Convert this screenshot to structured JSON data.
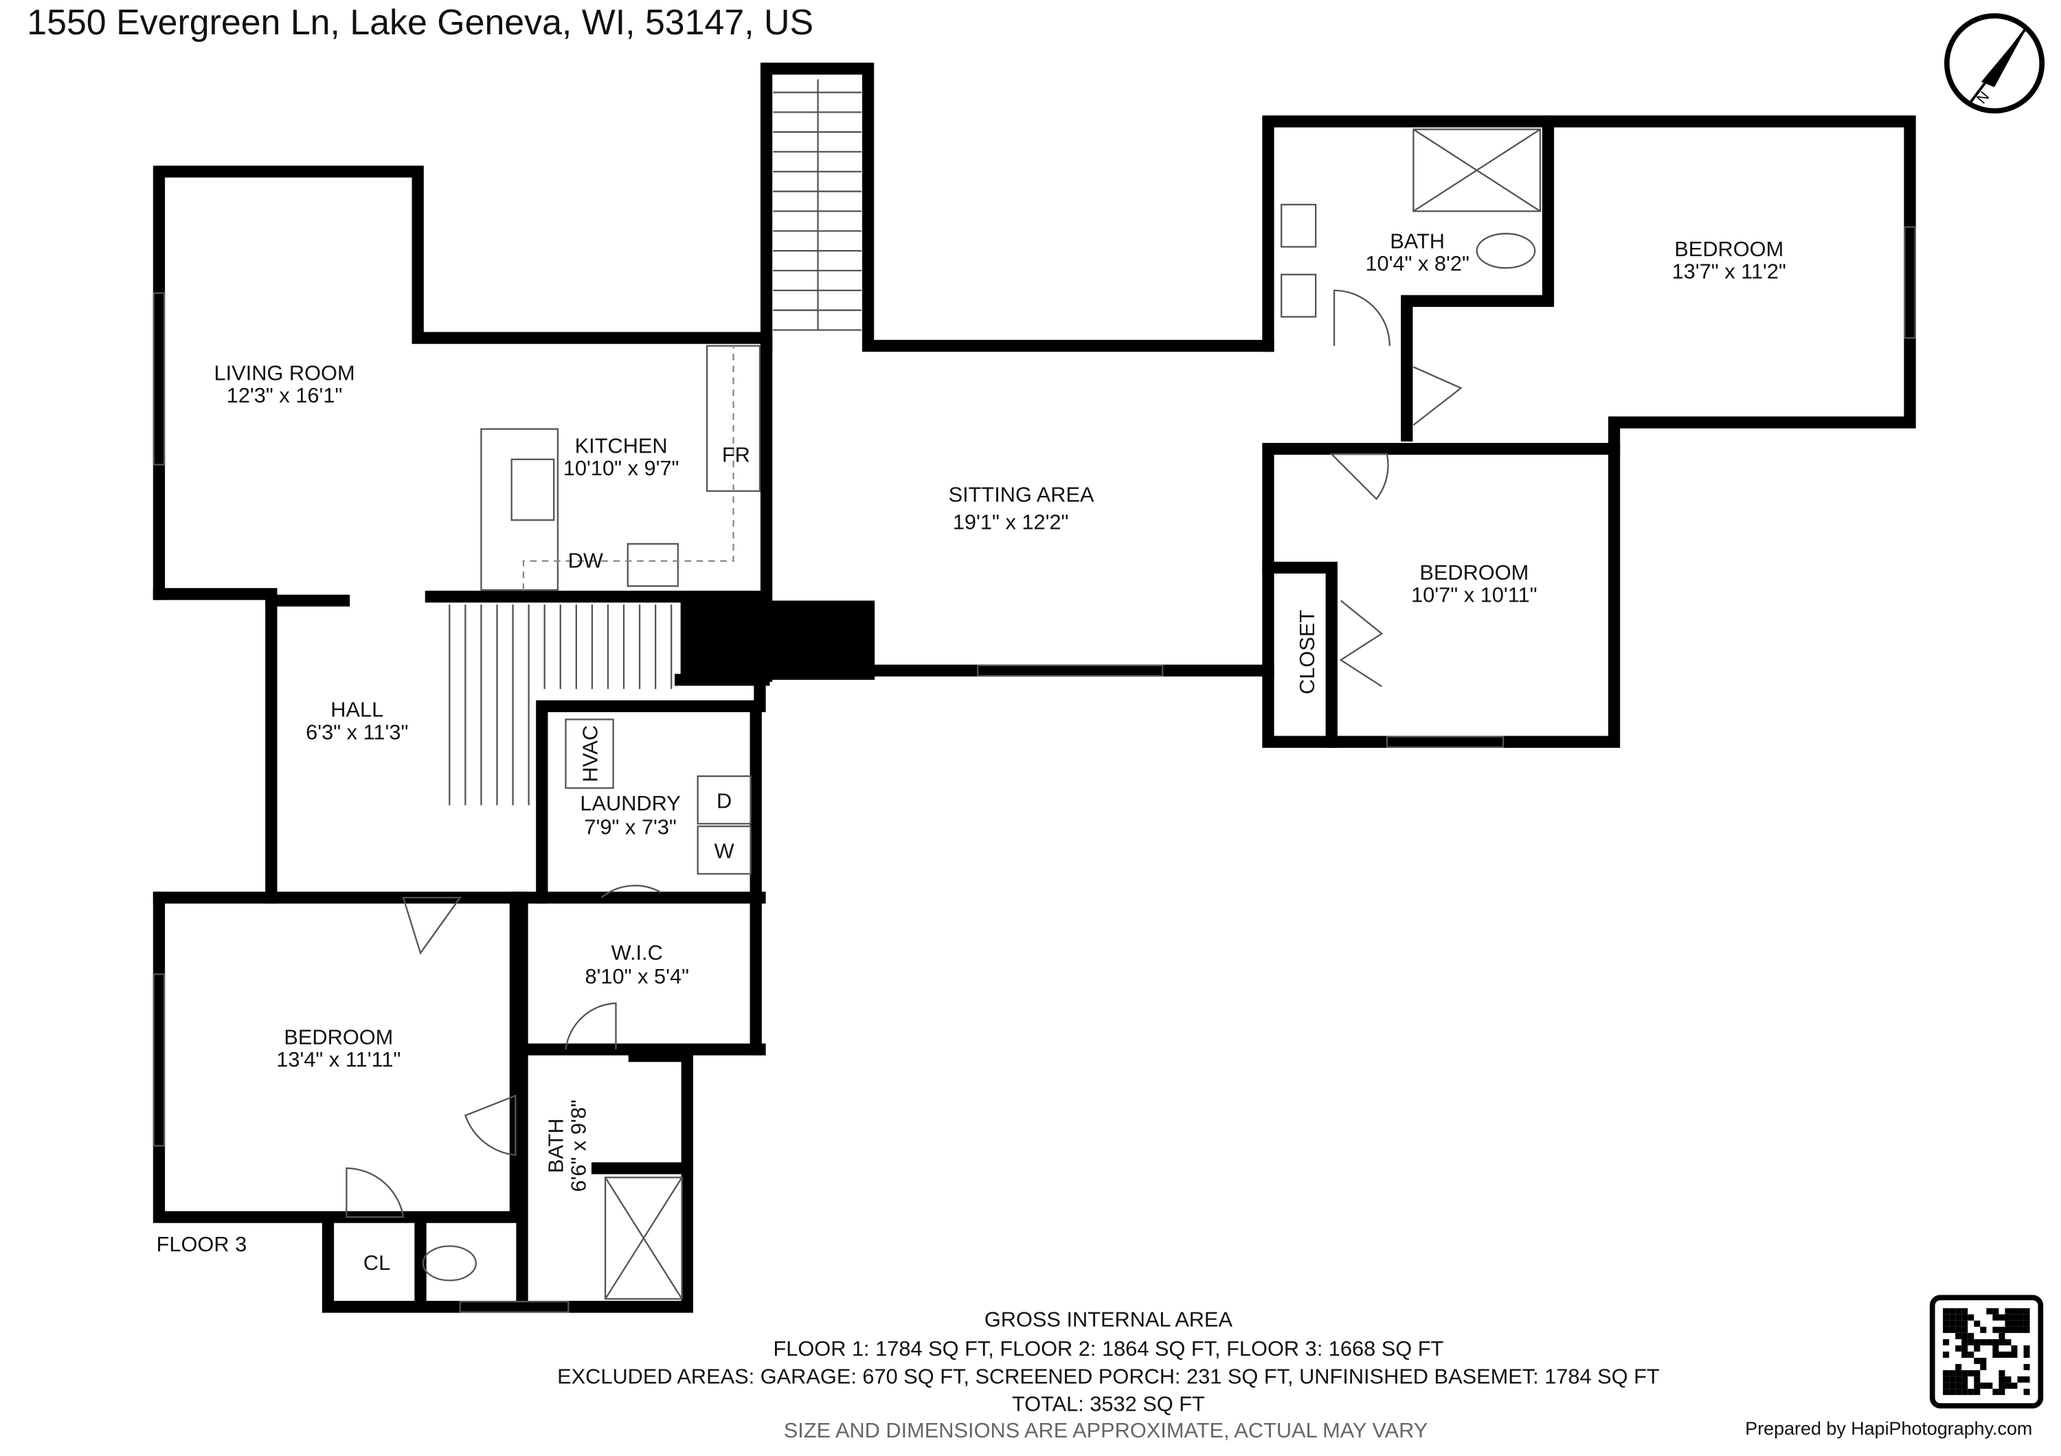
{
  "address": "1550 Evergreen Ln, Lake Geneva, WI, 53147, US",
  "floor_label": "FLOOR 3",
  "compass_label": "N",
  "rooms": {
    "living": {
      "name": "LIVING ROOM",
      "dims": "12'3\" x 16'1\""
    },
    "kitchen": {
      "name": "KITCHEN",
      "dims": "10'10\" x 9'7\""
    },
    "fr": {
      "name": "FR"
    },
    "dw": {
      "name": "DW"
    },
    "sitting": {
      "name": "SITTING AREA",
      "dims": "19'1\" x 12'2\""
    },
    "bath1": {
      "name": "BATH",
      "dims": "10'4\" x 8'2\""
    },
    "bedroom1": {
      "name": "BEDROOM",
      "dims": "13'7\" x 11'2\""
    },
    "bedroom2": {
      "name": "BEDROOM",
      "dims": "10'7\" x 10'11\""
    },
    "closet": {
      "name": "CLOSET"
    },
    "hall": {
      "name": "HALL",
      "dims": "6'3\" x 11'3\""
    },
    "hvac": {
      "name": "HVAC"
    },
    "laundry": {
      "name": "LAUNDRY",
      "dims": "7'9\" x 7'3\""
    },
    "dryer": {
      "name": "D"
    },
    "washer": {
      "name": "W"
    },
    "wic": {
      "name": "W.I.C",
      "dims": "8'10\" x 5'4\""
    },
    "bedroom3": {
      "name": "BEDROOM",
      "dims": "13'4\" x 11'11\""
    },
    "bath2": {
      "name": "BATH",
      "dims": "6'6\" x 9'8\""
    },
    "cl": {
      "name": "CL"
    }
  },
  "footer": {
    "heading": "GROSS INTERNAL AREA",
    "floors": "FLOOR 1: 1784 SQ FT, FLOOR 2: 1864 SQ FT, FLOOR 3: 1668 SQ FT",
    "excluded": "EXCLUDED AREAS: GARAGE: 670 SQ FT, SCREENED PORCH: 231 SQ FT, UNFINISHED BASEMET: 1784 SQ FT",
    "total": "TOTAL: 3532 SQ FT",
    "disclaimer": "SIZE AND DIMENSIONS ARE APPROXIMATE, ACTUAL MAY VARY",
    "prepared_by": "Prepared by HapiPhotography.com"
  }
}
